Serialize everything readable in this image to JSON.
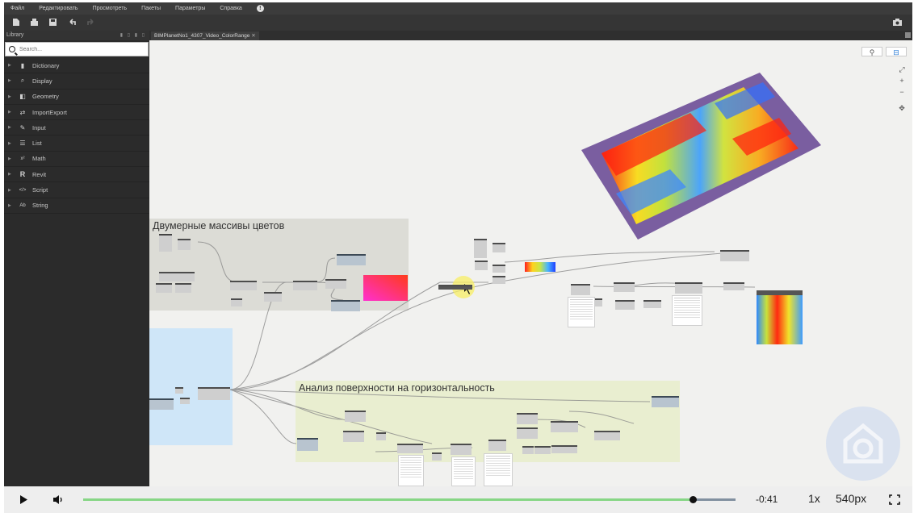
{
  "menu": {
    "items": [
      "Файл",
      "Редактировать",
      "Просмотреть",
      "Пакеты",
      "Параметры",
      "Справка"
    ]
  },
  "library": {
    "title": "Library",
    "search_placeholder": "Search...",
    "categories": [
      {
        "label": "Dictionary",
        "icon": "book-icon"
      },
      {
        "label": "Display",
        "icon": "magnifier-icon"
      },
      {
        "label": "Geometry",
        "icon": "cube-icon"
      },
      {
        "label": "ImportExport",
        "icon": "swap-icon"
      },
      {
        "label": "Input",
        "icon": "pencil-icon"
      },
      {
        "label": "List",
        "icon": "list-icon"
      },
      {
        "label": "Math",
        "icon": "math-icon"
      },
      {
        "label": "Revit",
        "icon": "revit-icon"
      },
      {
        "label": "Script",
        "icon": "code-icon"
      },
      {
        "label": "String",
        "icon": "text-icon"
      }
    ]
  },
  "workspace": {
    "tab_label": "BIMPlanetNo1_4307_Video_ColorRange",
    "groups": {
      "colors_title": "Двумерные массивы цветов",
      "analysis_title": "Анализ поверхности на горизонтальность"
    }
  },
  "player": {
    "time_remaining": "-0:41",
    "speed": "1x",
    "quality": "540px",
    "progress": 0.935
  },
  "colors": {
    "menubar": "#3c3c3c",
    "library_bg": "#2b2b2b",
    "group_gray": "#dcdcd6",
    "group_blue": "#cfe6f8",
    "group_green": "#e9eed0",
    "progress_fill": "#87d686"
  }
}
